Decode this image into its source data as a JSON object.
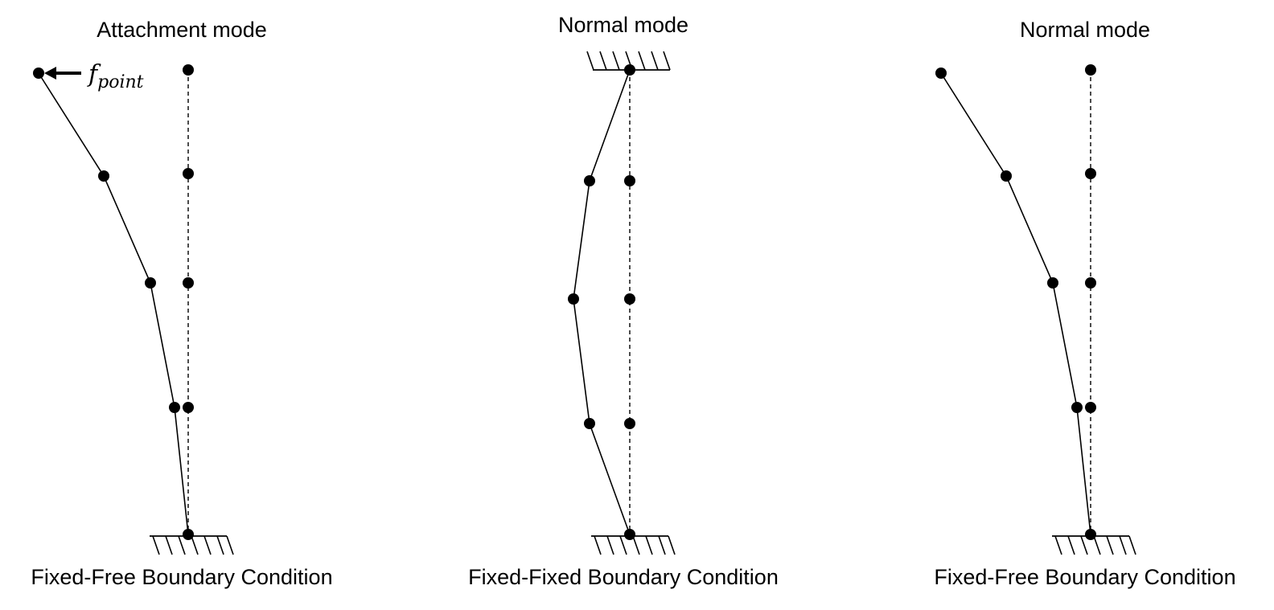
{
  "panels": [
    {
      "title": "Attachment mode",
      "caption": "Fixed-Free Boundary Condition",
      "boundary": "fixed-free",
      "supports": [
        "bottom"
      ],
      "force_label": {
        "main": "f",
        "sub": "point"
      }
    },
    {
      "title": "Normal mode",
      "caption": "Fixed-Fixed Boundary Condition",
      "boundary": "fixed-fixed",
      "supports": [
        "top",
        "bottom"
      ]
    },
    {
      "title": "Normal mode",
      "caption": "Fixed-Free Boundary Condition",
      "boundary": "fixed-free",
      "supports": [
        "bottom"
      ]
    }
  ],
  "colors": {
    "stroke": "#000000",
    "background": "#ffffff"
  }
}
